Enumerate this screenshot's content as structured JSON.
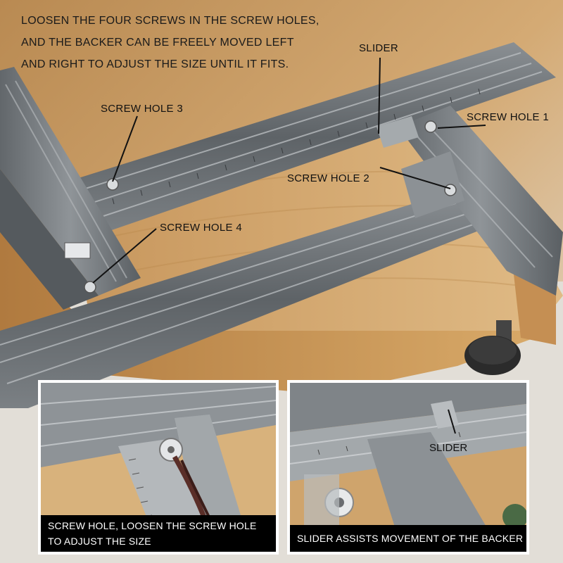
{
  "headline": {
    "line1": "LOOSEN THE FOUR SCREWS IN THE SCREW HOLES,",
    "line2": "AND THE BACKER CAN BE FREELY MOVED LEFT",
    "line3": "AND RIGHT TO ADJUST THE SIZE UNTIL IT FITS."
  },
  "callouts": {
    "slider": "SLIDER",
    "screw_hole_1": "SCREW HOLE 1",
    "screw_hole_2": "SCREW HOLE 2",
    "screw_hole_3": "SCREW HOLE 3",
    "screw_hole_4": "SCREW HOLE 4"
  },
  "insets": {
    "left": {
      "caption_line1": "SCREW HOLE, LOOSEN THE SCREW HOLE",
      "caption_line2": "TO ADJUST THE SIZE"
    },
    "right": {
      "label": "SLIDER",
      "caption": "SLIDER ASSISTS MOVEMENT OF THE BACKER"
    }
  },
  "colors": {
    "wood": "#c99a62",
    "aluminum": "#6f7478",
    "aluminum_light": "#9ea3a6",
    "caption_bg": "#000000"
  }
}
